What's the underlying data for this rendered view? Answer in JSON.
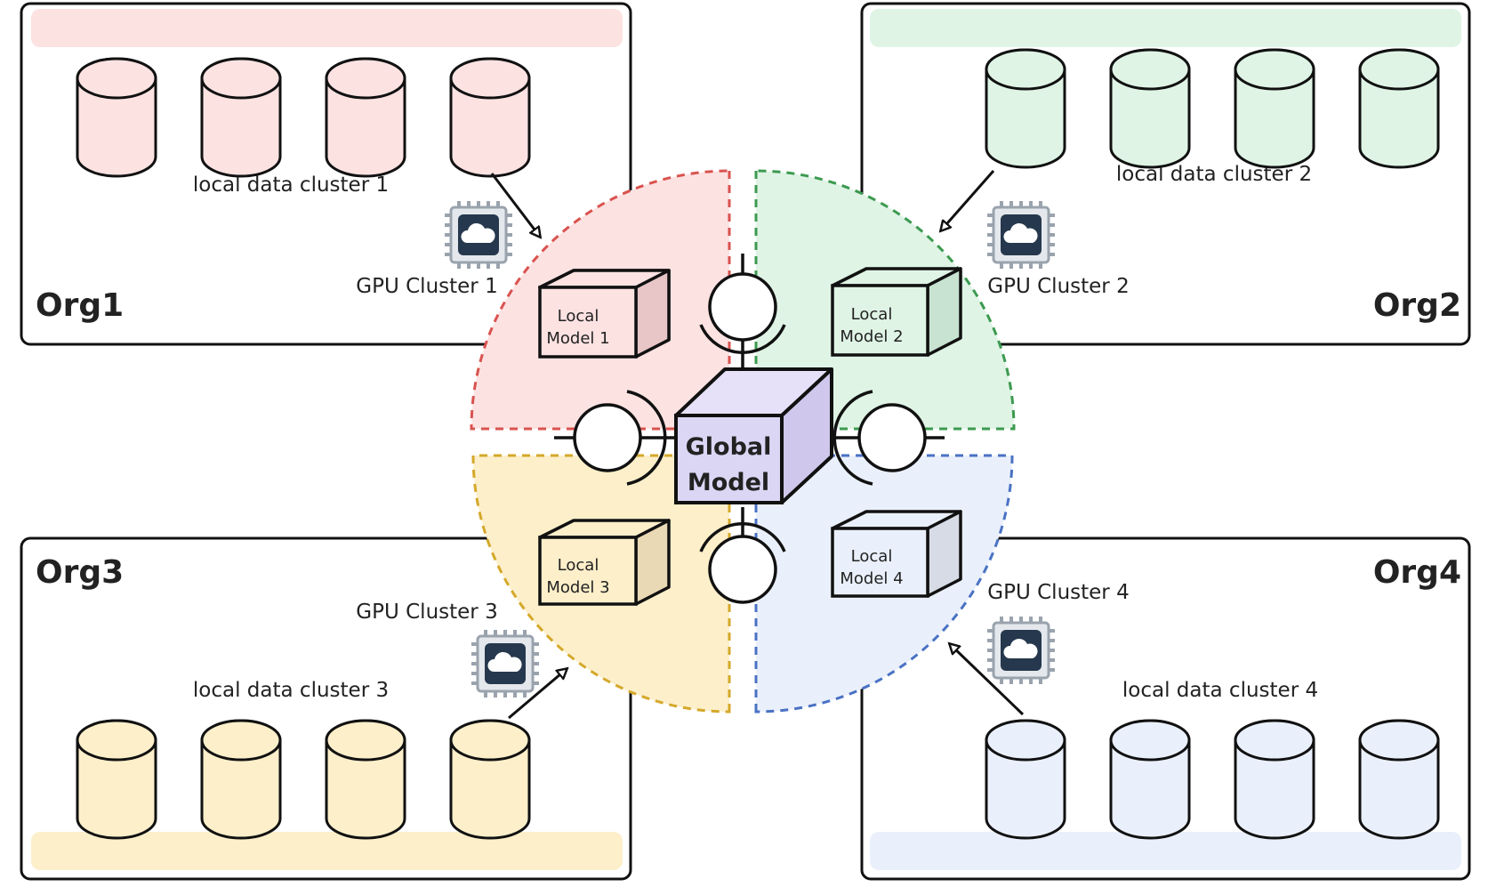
{
  "colors": {
    "org1": "#fde2e2",
    "org2": "#dff4e5",
    "org3": "#fcefca",
    "org4": "#eaf0fb",
    "sector1_stroke": "#d9534f",
    "sector2_stroke": "#3c9a50",
    "sector3_stroke": "#d4a82a",
    "sector4_stroke": "#4a72c4",
    "global_model": "#dcd6f5",
    "gpu_chip": "#26384d"
  },
  "orgs": [
    {
      "name": "Org1",
      "data_cluster": "local data cluster 1",
      "gpu_cluster": "GPU Cluster 1",
      "model_line1": "Local",
      "model_line2": "Model 1"
    },
    {
      "name": "Org2",
      "data_cluster": "local data cluster 2",
      "gpu_cluster": "GPU Cluster 2",
      "model_line1": "Local",
      "model_line2": "Model 2"
    },
    {
      "name": "Org3",
      "data_cluster": "local data cluster 3",
      "gpu_cluster": "GPU Cluster 3",
      "model_line1": "Local",
      "model_line2": "Model 3"
    },
    {
      "name": "Org4",
      "data_cluster": "local data cluster 4",
      "gpu_cluster": "GPU Cluster 4",
      "model_line1": "Local",
      "model_line2": "Model 4"
    }
  ],
  "global_model": {
    "line1": "Global",
    "line2": "Model"
  },
  "icons": [
    "database-icon",
    "gpu-chip-icon",
    "cloud-icon",
    "cube-icon",
    "connector-ring-icon",
    "arrow-icon"
  ]
}
